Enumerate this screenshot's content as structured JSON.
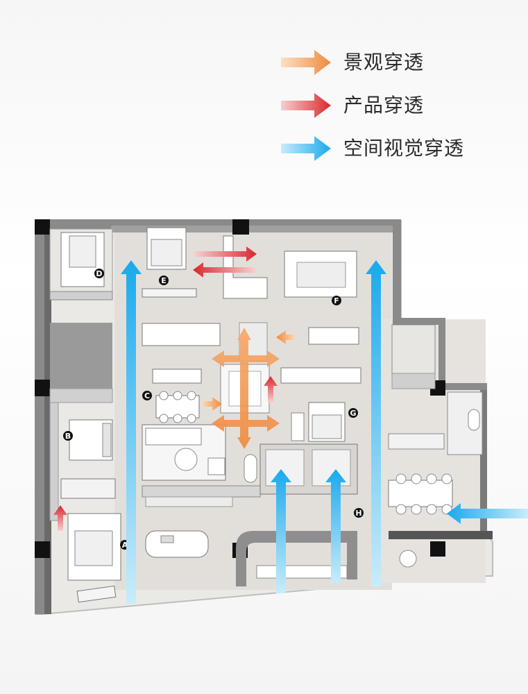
{
  "legend": {
    "items": [
      {
        "label": "景观穿透",
        "color_from": "#fbe0c4",
        "color_to": "#f08a3c"
      },
      {
        "label": "产品穿透",
        "color_from": "#f6d0d0",
        "color_to": "#d8282e"
      },
      {
        "label": "空间视觉穿透",
        "color_from": "#c8ecfb",
        "color_to": "#1aa9ec"
      }
    ]
  },
  "rooms": [
    "A",
    "B",
    "C",
    "D",
    "E",
    "F",
    "G",
    "H"
  ],
  "colors": {
    "wall": "#8a8a8a",
    "wall_dark": "#4a4a4a",
    "pillar": "#111111",
    "floor": "#dedbd7",
    "floor_light": "#ebe9e6",
    "furniture": "#ffffff",
    "landscape": "#f28a3c",
    "product": "#d8282e",
    "visual": "#2eb1ee"
  }
}
